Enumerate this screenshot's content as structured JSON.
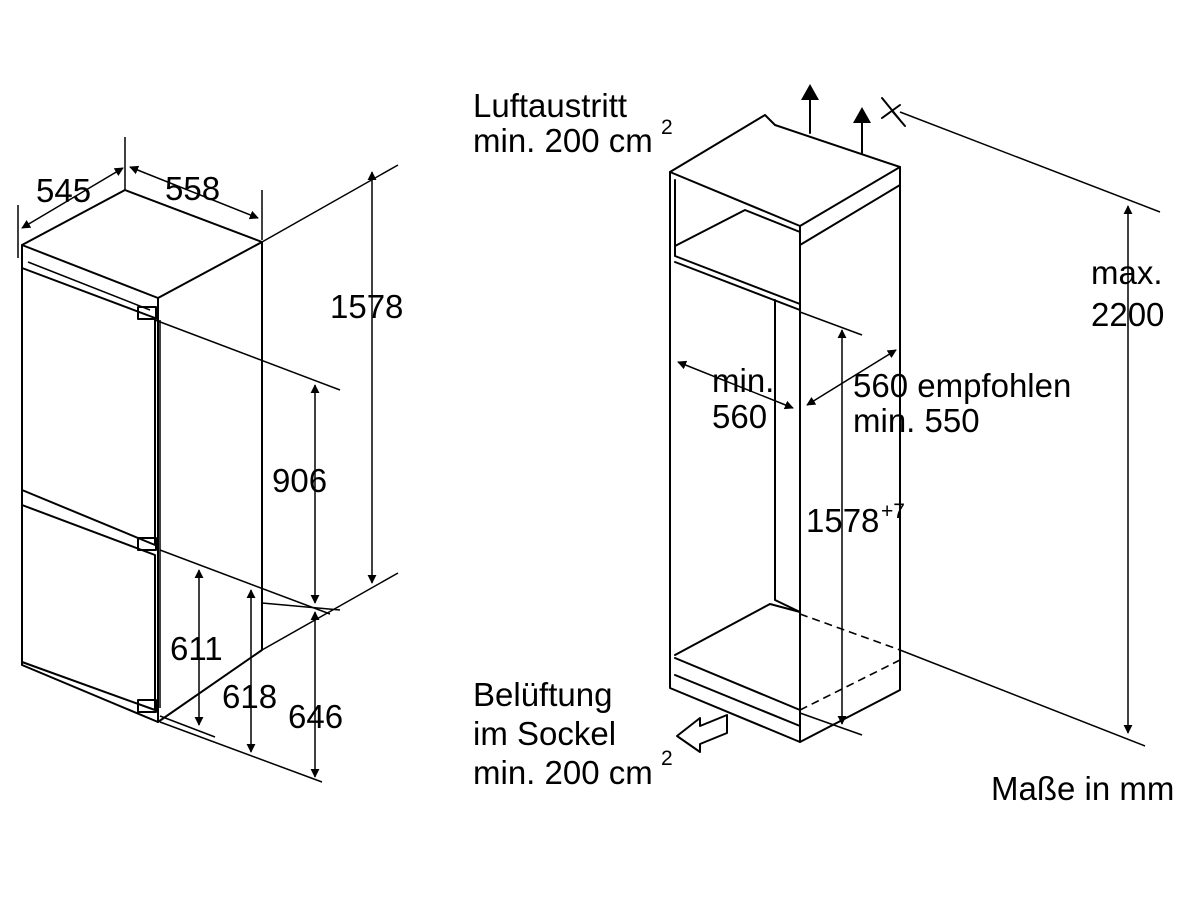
{
  "appliance": {
    "depth": "545",
    "width": "558",
    "height": "1578",
    "upper_height": "906",
    "lower_611": "611",
    "lower_618": "618",
    "lower_646": "646"
  },
  "niche": {
    "air_outlet_line1": "Luftaustritt",
    "air_outlet_line2": "min. 200 cm",
    "air_outlet_sup": "2",
    "max_height_line1": "max.",
    "max_height_line2": "2200",
    "width_line1": "min.",
    "width_line2": "560",
    "depth_line1": "560 empfohlen",
    "depth_line2": "min. 550",
    "niche_height": "1578",
    "niche_height_sup": "+7",
    "vent_line1": "Belüftung",
    "vent_line2": "im Sockel",
    "vent_line3": "min. 200 cm",
    "vent_sup": "2"
  },
  "units_note": "Maße in mm",
  "icons": {
    "air_up_arrows": "arrow-up-icon",
    "vent_arrow": "hollow-arrow-icon",
    "corner_marker": "corner-marker-icon"
  },
  "colors": {
    "ink": "#000000",
    "background": "#ffffff"
  }
}
